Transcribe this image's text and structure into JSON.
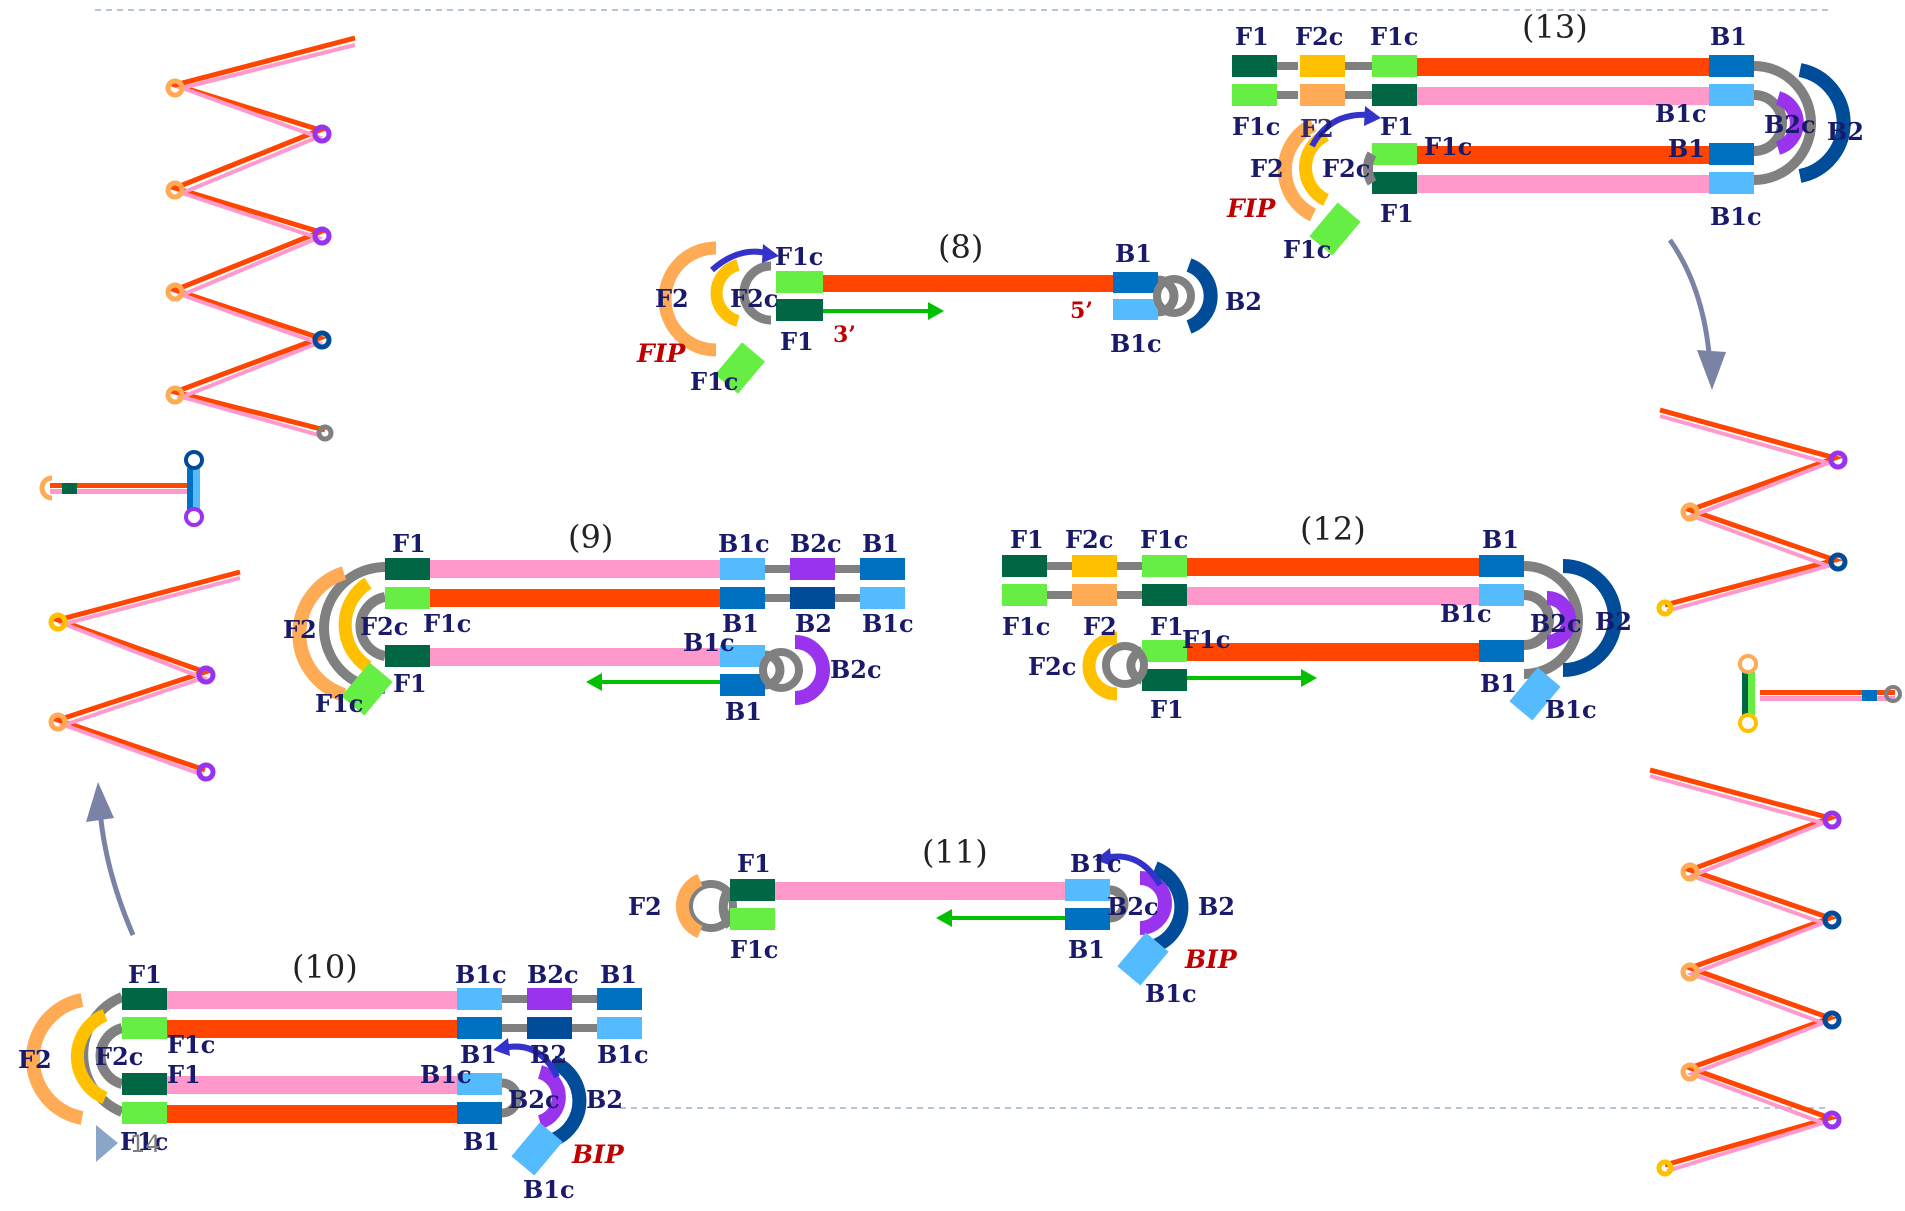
{
  "colors": {
    "F1": "#006644",
    "F1c": "#66ee44",
    "F2": "#ffaa55",
    "F2c": "#ffc000",
    "B1": "#0070c0",
    "B1c": "#55bbff",
    "B2": "#004c99",
    "B2c": "#9933ee",
    "strand_red": "#ff4500",
    "strand_pink": "#ff99cc",
    "linker": "#808080",
    "arrow_green": "#00c000",
    "arrow_blue": "#3333cc",
    "arrow_flow": "#7a82a6"
  },
  "steps": {
    "s8": "(8)",
    "s9": "(9)",
    "s10": "(10)",
    "s11": "(11)",
    "s12": "(12)",
    "s13": "(13)"
  },
  "labels": {
    "F1": "F1",
    "F1c": "F1c",
    "F2": "F2",
    "F2c": "F2c",
    "B1": "B1",
    "B1c": "B1c",
    "B2": "B2",
    "B2c": "B2c"
  },
  "primers": {
    "fip": "FIP",
    "bip": "BIP"
  },
  "ends": {
    "three_prime": "3’",
    "five_prime": "5’"
  },
  "page_number": "14"
}
